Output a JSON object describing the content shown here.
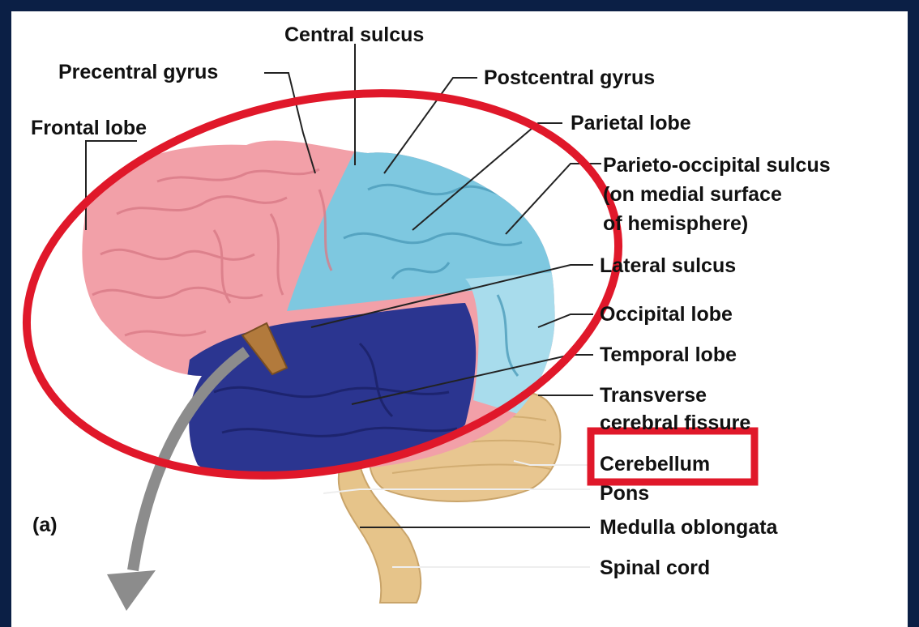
{
  "labels": {
    "central_sulcus": "Central sulcus",
    "precentral_gyrus": "Precentral gyrus",
    "postcentral_gyrus": "Postcentral gyrus",
    "frontal_lobe": "Frontal lobe",
    "parietal_lobe": "Parietal lobe",
    "parieto_occipital_1": "Parieto-occipital sulcus",
    "parieto_occipital_2": "(on medial surface",
    "parieto_occipital_3": "of hemisphere)",
    "lateral_sulcus": "Lateral sulcus",
    "occipital_lobe": "Occipital lobe",
    "temporal_lobe": "Temporal lobe",
    "transverse_1": "Transverse",
    "transverse_2": "cerebral fissure",
    "cerebellum": "Cerebellum",
    "pons": "Pons",
    "medulla": "Medulla oblongata",
    "spinal_cord": "Spinal cord",
    "panel": "(a)"
  },
  "colors": {
    "frame": "#0b1f45",
    "frontal": "#f2a0a8",
    "parietal": "#7ec8e0",
    "occipital": "#a8dcec",
    "temporal": "#2b3590",
    "cerebellum": "#e8c690",
    "brainstem": "#e6c48a",
    "highlight": "#e0182a",
    "arrow": "#8c8c8c"
  }
}
